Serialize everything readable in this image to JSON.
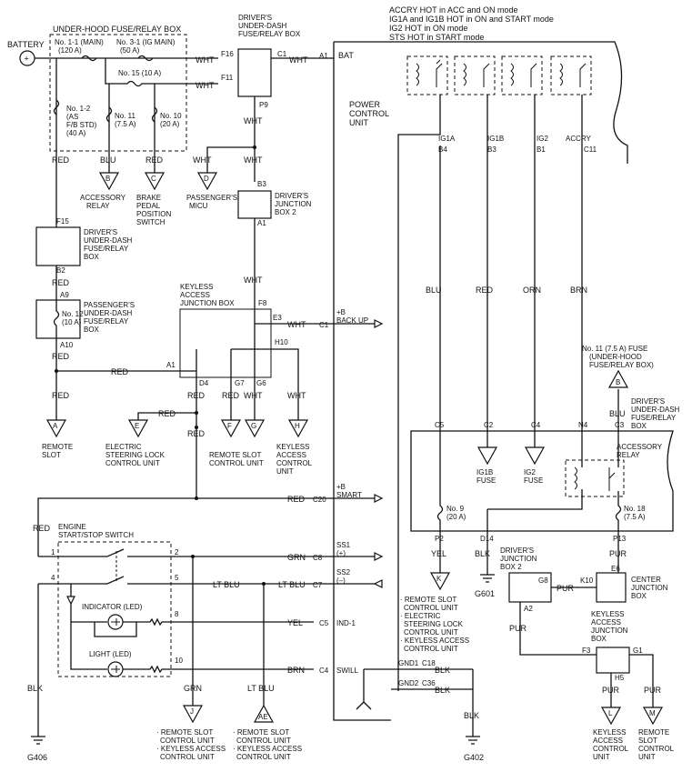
{
  "mode_notes": [
    "ACCRY HOT in ACC and ON mode",
    "IG1A and IG1B HOT in ON and START mode",
    "IG2 HOT in ON mode",
    "STS HOT in START mode"
  ],
  "battery": {
    "label": "BATTERY",
    "symbol": "+"
  },
  "underhood_box": {
    "title": "UNDER-HOOD FUSE/RELAY BOX",
    "fuse_main_1": "No. 1-1 (MAIN)",
    "fuse_main_1_rating": "(120 A)",
    "fuse_main_3": "No. 3-1 (IG MAIN)",
    "fuse_main_3_rating": "(50 A)",
    "fuse_15": "No. 15 (10 A)",
    "fuse_1_2": [
      "No. 1-2",
      "(AS",
      "F/B STD)",
      "(40 A)"
    ],
    "fuse_11": [
      "No. 11",
      "(7.5 A)"
    ],
    "fuse_10": [
      "No. 10",
      "(20 A)"
    ]
  },
  "driver_underdash_top": {
    "title": [
      "DRIVER'S",
      "UNDER-DASH",
      "FUSE/RELAY BOX"
    ],
    "pins": {
      "f16": "F16",
      "c1": "C1",
      "f11": "F11",
      "p9": "P9"
    }
  },
  "driver_jb2": {
    "title": [
      "DRIVER'S",
      "JUNCTION",
      "BOX 2"
    ],
    "pins": {
      "b3": "B3",
      "a1": "A1"
    }
  },
  "driver_underdash_left": {
    "title": [
      "DRIVER'S",
      "UNDER-DASH",
      "FUSE/RELAY",
      "BOX"
    ],
    "pins": {
      "f15": "F15",
      "b2": "B2"
    }
  },
  "passenger_box": {
    "title": [
      "PASSENGER'S",
      "UNDER-DASH",
      "FUSE/RELAY",
      "BOX"
    ],
    "fuse": [
      "No. 12",
      "(10 A)"
    ],
    "pins": {
      "a9": "A9",
      "a10": "A10"
    }
  },
  "keyless_jb_top": {
    "title": [
      "KEYLESS",
      "ACCESS",
      "JUNCTION BOX"
    ],
    "pins": {
      "f8": "F8",
      "e3": "E3",
      "h10": "H10",
      "a1": "A1",
      "d4": "D4",
      "g7": "G7",
      "g6": "G6"
    }
  },
  "pcu": {
    "title": [
      "POWER",
      "CONTROL",
      "UNIT"
    ],
    "pins": {
      "a1": "A1",
      "bat": "BAT",
      "c1": "C1",
      "backup": [
        "+B",
        "BACK UP"
      ],
      "c20": "C20",
      "smart": [
        "+B",
        "SMART"
      ],
      "c8": "C8",
      "ss1": [
        "SS1",
        "(+)"
      ],
      "c7": "C7",
      "ss2": [
        "SS2",
        "(–)"
      ],
      "c5": "C5",
      "ind1": "IND-1",
      "c4": "C4",
      "swill": "SWILL",
      "gnd1": "GND1",
      "c18": "C18",
      "gnd2": "GND2",
      "c36": "C36"
    },
    "relay_outputs": [
      {
        "name": "IG1A",
        "pin": "B4",
        "wire": "BLU"
      },
      {
        "name": "IG1B",
        "pin": "B3",
        "wire": "RED"
      },
      {
        "name": "IG2",
        "pin": "B1",
        "wire": "ORN"
      },
      {
        "name": "ACCRY",
        "pin": "C11",
        "wire": "BRN"
      }
    ]
  },
  "wires": {
    "wht": "WHT",
    "red": "RED",
    "blu": "BLU",
    "grn": "GRN",
    "yel": "YEL",
    "blk": "BLK",
    "ltblu": "LT BLU",
    "brn": "BRN",
    "pur": "PUR"
  },
  "refs": {
    "b": {
      "letter": "B",
      "label": [
        "ACCESSORY",
        "RELAY"
      ]
    },
    "c": {
      "letter": "C",
      "label": [
        "BRAKE",
        "PEDAL",
        "POSITION",
        "SWITCH"
      ]
    },
    "d": {
      "letter": "D",
      "label": [
        "PASSENGER'S",
        "MICU"
      ]
    },
    "a": {
      "letter": "A",
      "label": [
        "REMOTE",
        "SLOT"
      ]
    },
    "e": {
      "letter": "E",
      "label": [
        "ELECTRIC",
        "STEERING LOCK",
        "CONTROL UNIT"
      ]
    },
    "f": {
      "letter": "F",
      "label": [
        "REMOTE SLOT",
        "CONTROL UNIT"
      ]
    },
    "g": {
      "letter": "G",
      "label": []
    },
    "h": {
      "letter": "H",
      "label": [
        "KEYLESS",
        "ACCESS",
        "CONTROL",
        "UNIT"
      ]
    },
    "j": {
      "letter": "J",
      "label": [
        "· REMOTE SLOT",
        "CONTROL UNIT",
        "· KEYLESS ACCESS",
        "CONTROL UNIT"
      ]
    },
    "ae": {
      "letter": "AE",
      "label": [
        "· REMOTE SLOT",
        "CONTROL UNIT",
        "· KEYLESS ACCESS",
        "CONTROL UNIT"
      ]
    },
    "k": {
      "letter": "K",
      "label": [
        "· REMOTE SLOT",
        "CONTROL UNIT",
        "· ELECTRIC",
        "STEERING LOCK",
        "CONTROL UNIT",
        "· KEYLESS ACCESS",
        "CONTROL UNIT"
      ]
    },
    "l": {
      "letter": "L",
      "label": [
        "KEYLESS",
        "ACCESS",
        "CONTROL",
        "UNIT"
      ]
    },
    "m": {
      "letter": "M",
      "label": [
        "REMOTE",
        "SLOT",
        "CONTROL",
        "UNIT"
      ]
    },
    "b2": {
      "letter": "B",
      "label": [
        "No. 11 (7.5 A) FUSE",
        "(UNDER-HOOD",
        "FUSE/RELAY BOX)"
      ]
    }
  },
  "engine_switch": {
    "title": [
      "ENGINE",
      "START/STOP SWITCH"
    ],
    "pins": [
      "1",
      "2",
      "4",
      "5",
      "8",
      "10"
    ],
    "indicator": "INDICATOR (LED)",
    "light": "LIGHT (LED)"
  },
  "right_box": {
    "title": [
      "DRIVER'S",
      "UNDER-DASH",
      "FUSE/RELAY",
      "BOX"
    ],
    "pins": {
      "c5": "C5",
      "c2": "C2",
      "c4": "C4",
      "n4": "N4",
      "c3": "C3",
      "p2": "P2",
      "d14": "D14",
      "p13": "P13"
    },
    "fuse_9": [
      "No. 9",
      "(20 A)"
    ],
    "fuse_18": [
      "No. 18",
      "(7.5 A)"
    ],
    "ig1b_fuse": [
      "IG1B",
      "FUSE"
    ],
    "ig2_fuse": [
      "IG2",
      "FUSE"
    ],
    "accessory_relay": [
      "ACCESSORY",
      "RELAY"
    ]
  },
  "driver_jb2_bottom": {
    "title": [
      "DRIVER'S",
      "JUNCTION",
      "BOX 2"
    ],
    "pins": {
      "g8": "G8",
      "a2": "A2"
    }
  },
  "center_jb": {
    "title": [
      "CENTER",
      "JUNCTION",
      "BOX"
    ],
    "pins": {
      "e6": "E6",
      "k10": "K10"
    }
  },
  "keyless_jb_bottom": {
    "title": [
      "KEYLESS",
      "ACCESS",
      "JUNCTION",
      "BOX"
    ],
    "pins": {
      "f3": "F3",
      "g1": "G1",
      "h5": "H5"
    }
  },
  "grounds": {
    "g406": "G406",
    "g402": "G402",
    "g601": "G601"
  }
}
